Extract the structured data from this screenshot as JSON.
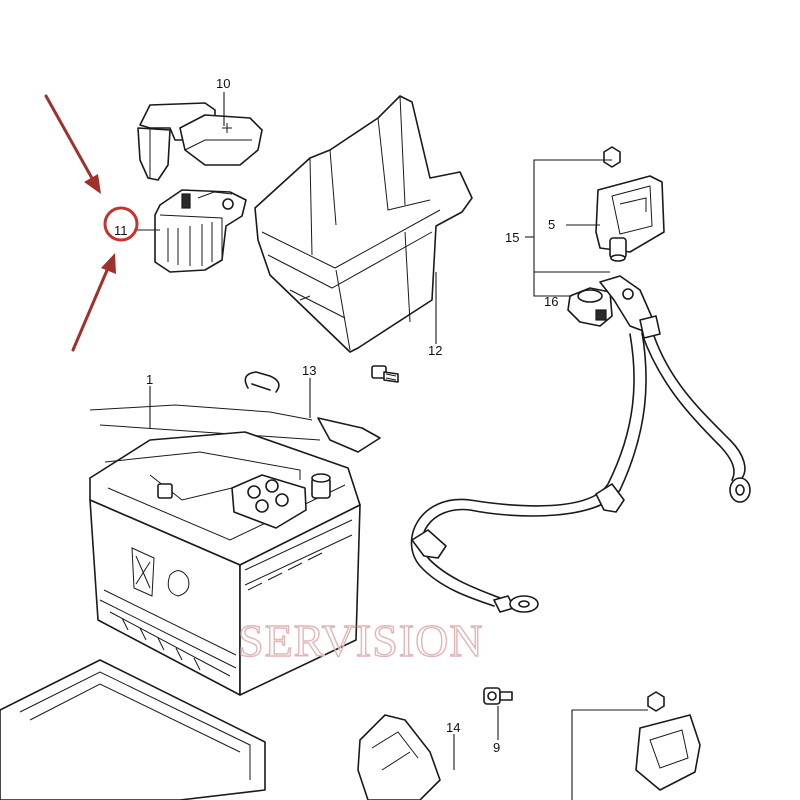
{
  "callouts": {
    "p1": "1",
    "p5": "5",
    "p9": "9",
    "p10": "10",
    "p11": "11",
    "p12": "12",
    "p13": "13",
    "p14": "14",
    "p15": "15",
    "p16": "16"
  },
  "watermark": "SERVISION",
  "highlight": {
    "color": "#c8322c",
    "arrow_color": "#a0302a",
    "target": "11"
  }
}
